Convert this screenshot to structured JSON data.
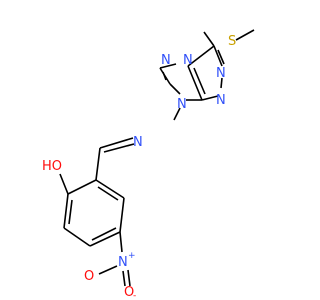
{
  "molecule": {
    "atoms": {
      "s": "S",
      "n1": "N",
      "n2": "N",
      "n3": "N",
      "n4": "N",
      "n5": "N",
      "n_imine": "N",
      "ho": "HO",
      "n_nitro": "N",
      "o_top": "O",
      "o_bottom": "O"
    },
    "charges": {
      "nitro_plus": "+",
      "nitro_minus": "-"
    },
    "colors": {
      "carbon": "#000000",
      "nitrogen": "#3050F8",
      "oxygen": "#FF0D0D",
      "sulfur": "#C8A000"
    }
  }
}
